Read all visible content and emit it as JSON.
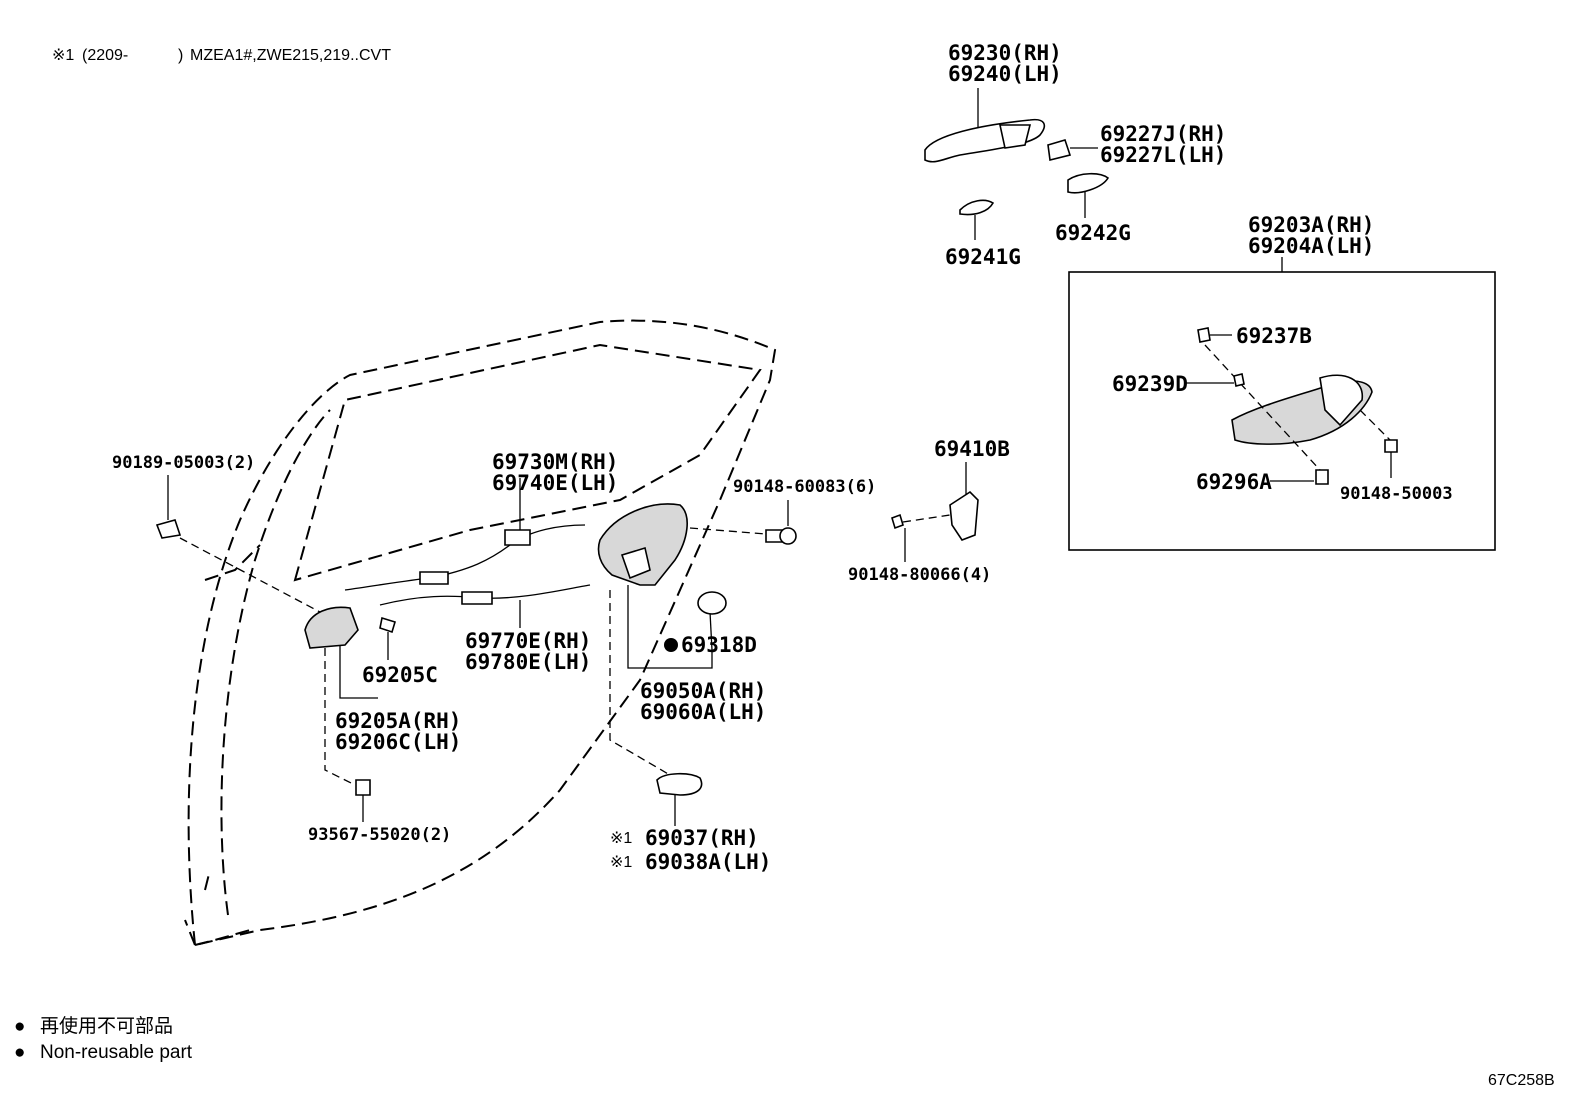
{
  "header_note": {
    "mark": "※1",
    "date": "(2209-",
    "date_close": ")",
    "applicability": "MZEA1#,ZWE215,219..CVT"
  },
  "parts": {
    "p69230": "69230(RH)",
    "p69240": "69240(LH)",
    "p69227J": "69227J(RH)",
    "p69227L": "69227L(LH)",
    "p69242G": "69242G",
    "p69241G": "69241G",
    "p69203A": "69203A(RH)",
    "p69204A": "69204A(LH)",
    "p69237B": "69237B",
    "p69239D": "69239D",
    "p69296A": "69296A",
    "p90148_50003": "90148-50003",
    "p69410B": "69410B",
    "p90148_60083": "90148-60083(6)",
    "p90148_80066": "90148-80066(4)",
    "p90189_05003": "90189-05003(2)",
    "p69730M": "69730M(RH)",
    "p69740E": "69740E(LH)",
    "p69770E": "69770E(RH)",
    "p69780E": "69780E(LH)",
    "p69318D": "69318D",
    "p69050A": "69050A(RH)",
    "p69060A": "69060A(LH)",
    "p69205C": "69205C",
    "p69205A": "69205A(RH)",
    "p69206C": "69206C(LH)",
    "p93567_55020": "93567-55020(2)",
    "p69037_mark": "※1",
    "p69037": "69037(RH)",
    "p69038A_mark": "※1",
    "p69038A": "69038A(LH)"
  },
  "legend": {
    "symbol": "●",
    "jp": "再使用不可部品",
    "en": "Non-reusable part"
  },
  "diagram_code": "67C258B"
}
